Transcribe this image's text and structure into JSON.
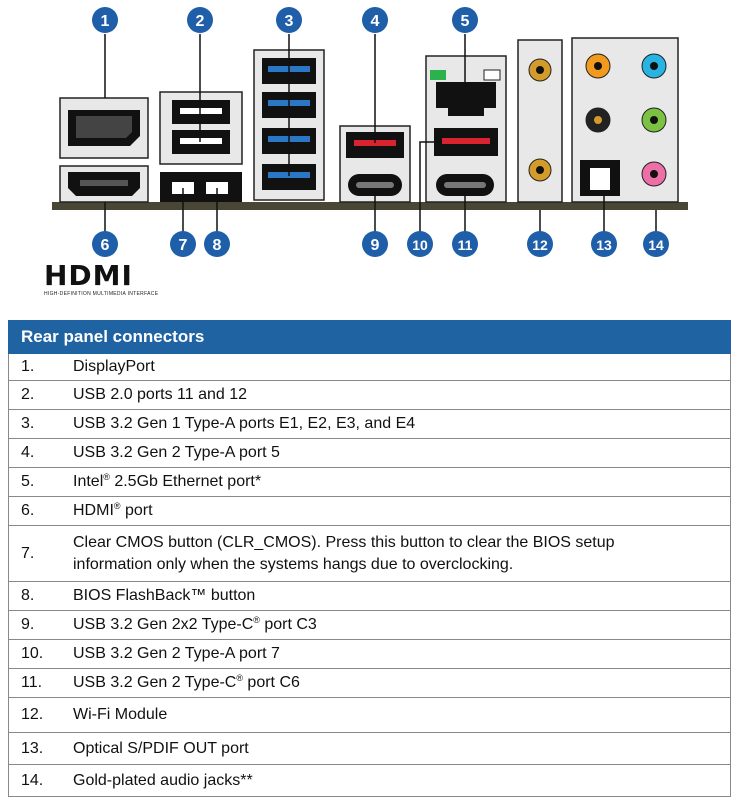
{
  "diagram": {
    "callouts": [
      "1",
      "2",
      "3",
      "4",
      "5",
      "6",
      "7",
      "8",
      "9",
      "10",
      "11",
      "12",
      "13",
      "14"
    ],
    "logo": {
      "word": "HDMI",
      "tagline": "HIGH-DEFINITION MULTIMEDIA INTERFACE"
    }
  },
  "table": {
    "title": "Rear panel connectors",
    "rows": [
      {
        "num": "1.",
        "text": "DisplayPort"
      },
      {
        "num": "2.",
        "text": "USB 2.0 ports 11 and 12"
      },
      {
        "num": "3.",
        "text": "USB 3.2 Gen 1 Type-A ports E1, E2, E3, and E4"
      },
      {
        "num": "4.",
        "text": "USB 3.2 Gen 2 Type-A port 5"
      },
      {
        "num": "5.",
        "before": "Intel",
        "sup": "®",
        "after": " 2.5Gb Ethernet port*"
      },
      {
        "num": "6.",
        "before": "HDMI",
        "sup": "®",
        "after": " port"
      },
      {
        "num": "7.",
        "line1": "Clear CMOS button (CLR_CMOS). Press this button to clear the BIOS setup",
        "line2": "information only when the systems hangs due to overclocking."
      },
      {
        "num": "8.",
        "text": "BIOS FlashBack™ button"
      },
      {
        "num": "9.",
        "before": "USB 3.2 Gen 2x2 Type-C",
        "sup": "®",
        "after": " port C3"
      },
      {
        "num": "10.",
        "text": "USB 3.2 Gen 2 Type-A port 7"
      },
      {
        "num": "11.",
        "before": "USB 3.2 Gen 2 Type-C",
        "sup": "®",
        "after": " port C6"
      },
      {
        "num": "12.",
        "text": "Wi-Fi Module"
      },
      {
        "num": "13.",
        "text": "Optical S/PDIF OUT port"
      },
      {
        "num": "14.",
        "text": "Gold-plated audio jacks**"
      }
    ]
  },
  "colors": {
    "header_bg": "#2063a2",
    "callout_bg": "#1f5ea8",
    "usb3_blue": "#2a77c6",
    "usb_red": "#d9232e",
    "gold": "#d49a2a",
    "audio_orange": "#f29a1d",
    "audio_blue": "#27b4e3",
    "audio_black": "#222222",
    "audio_green": "#7cc242",
    "audio_pink": "#ec6fa7",
    "board": "#4a4636"
  }
}
